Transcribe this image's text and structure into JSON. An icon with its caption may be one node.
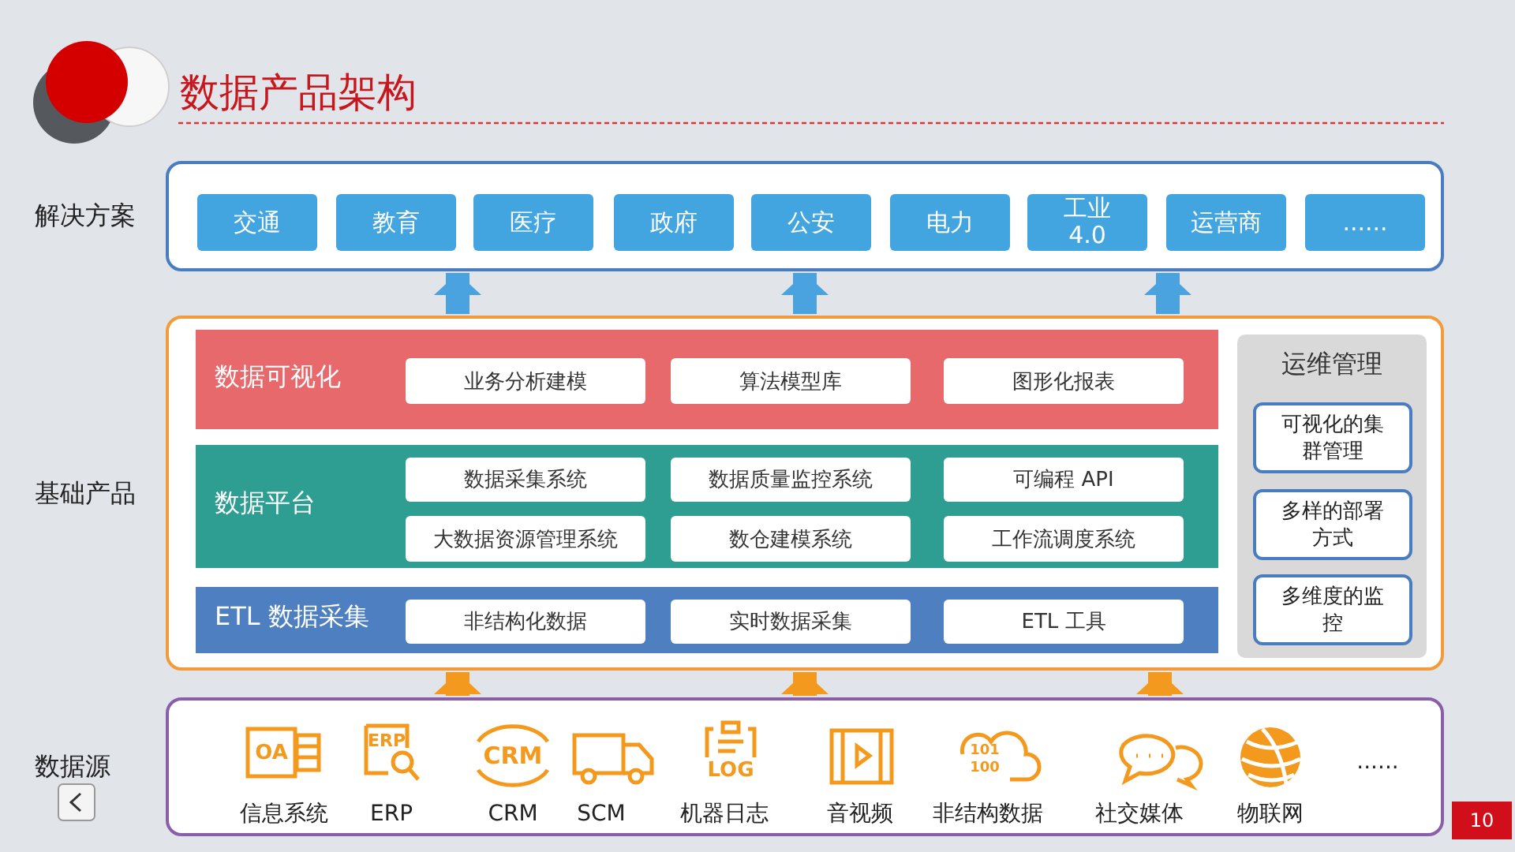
{
  "diagram": {
    "title": "数据产品架构",
    "nodes": [
      {
        "text": [
          "解决方案"
        ]
      },
      {
        "text": [
          "交通"
        ],
        "in": 0
      },
      {
        "text": [
          "教育"
        ],
        "in": 0
      },
      {
        "text": [
          "医疗"
        ],
        "in": 0
      },
      {
        "text": [
          "政府"
        ],
        "in": 0
      },
      {
        "text": [
          "公安"
        ],
        "in": 0
      },
      {
        "text": [
          "电力"
        ],
        "in": 0
      },
      {
        "text": [
          "工业4.0"
        ],
        "in": 0
      },
      {
        "text": [
          "运营商"
        ],
        "in": 0
      },
      {
        "text": [
          "......"
        ],
        "in": 0
      },
      {
        "text": [
          "基础产品"
        ]
      },
      {
        "text": [
          "数据可视化"
        ],
        "in": 10
      },
      {
        "text": [
          "业务分析建模"
        ],
        "in": 11
      },
      {
        "text": [
          "算法模型库"
        ],
        "in": 11
      },
      {
        "text": [
          "图形化报表"
        ],
        "in": 11
      },
      {
        "text": [
          "数据平台"
        ],
        "in": 10
      },
      {
        "text": [
          "数据采集系统"
        ],
        "in": 15
      },
      {
        "text": [
          "数据质量监控系统"
        ],
        "in": 15
      },
      {
        "text": [
          "可编程 API"
        ],
        "in": 15
      },
      {
        "text": [
          "大数据资源管理系统"
        ],
        "in": 15
      },
      {
        "text": [
          "数仓建模系统"
        ],
        "in": 15
      },
      {
        "text": [
          "工作流调度系统"
        ],
        "in": 15
      },
      {
        "text": [
          "ETL 数据采集"
        ],
        "in": 10
      },
      {
        "text": [
          "非结构化数据"
        ],
        "in": 22
      },
      {
        "text": [
          "实时数据采集"
        ],
        "in": 22
      },
      {
        "text": [
          "ETL 工具"
        ],
        "in": 22
      },
      {
        "text": [
          "运维管理"
        ],
        "in": 10
      },
      {
        "text": [
          "可视化的集群管理"
        ],
        "in": 26
      },
      {
        "text": [
          "多样的部署方式"
        ],
        "in": 26
      },
      {
        "text": [
          "多维度的监控"
        ],
        "in": 26
      },
      {
        "text": [
          "数据源"
        ]
      }
    ],
    "edges": [
      {
        "from": 30,
        "to": 10,
        "arrow": "to",
        "color": "#f39a1e"
      },
      {
        "from": 30,
        "to": 10,
        "arrow": "to",
        "color": "#f39a1e"
      },
      {
        "from": 30,
        "to": 10,
        "arrow": "to",
        "color": "#f39a1e"
      },
      {
        "from": 10,
        "to": 0,
        "arrow": "to",
        "color": "#4aa3df"
      },
      {
        "from": 10,
        "to": 0,
        "arrow": "to",
        "color": "#4aa3df"
      },
      {
        "from": 10,
        "to": 0,
        "arrow": "to",
        "color": "#4aa3df"
      }
    ],
    "labels": [
      "OA",
      "信息系统",
      "ERP",
      "ERP",
      "CRM",
      "CRM",
      "SCM",
      "LOG",
      "机器日志",
      "音视频",
      "101",
      "100",
      "非结构数据",
      "社交媒体",
      "物联网",
      "......",
      "10"
    ]
  }
}
